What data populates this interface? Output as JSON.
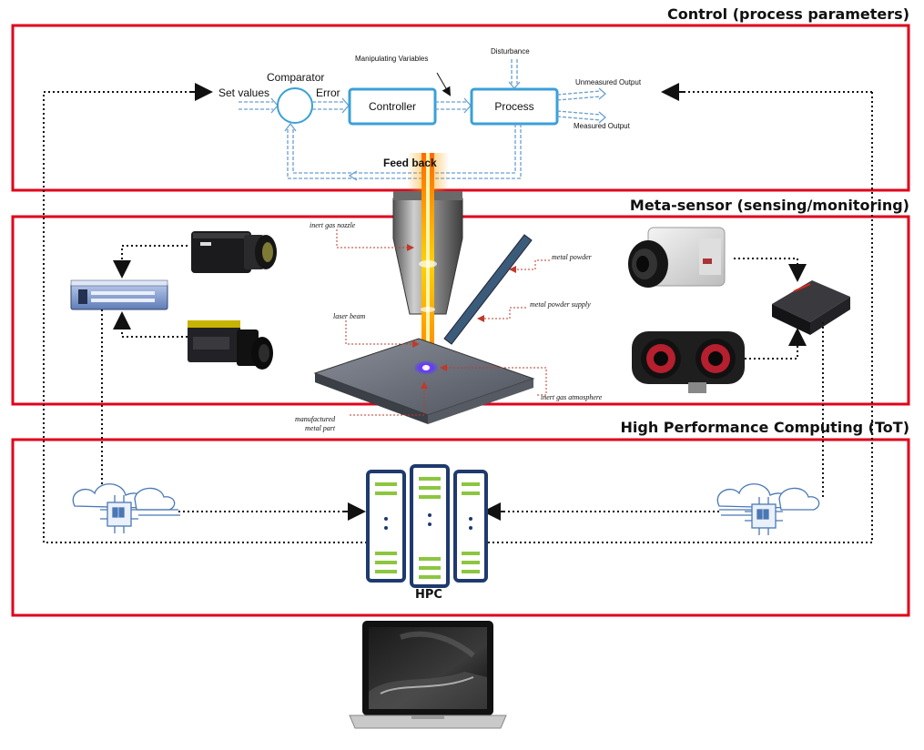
{
  "sections": {
    "control": {
      "title": "Control (process parameters)"
    },
    "meta_sensor": {
      "title": "Meta-sensor (sensing/monitoring)"
    },
    "hpc_section": {
      "title": "High Performance Computing (ToT)"
    }
  },
  "control_loop": {
    "comparator": "Comparator",
    "set_values": "Set values",
    "error": "Error",
    "controller": "Controller",
    "process": "Process",
    "manipulating_variables": "Manipulating Variables",
    "disturbance": "Disturbance",
    "unmeasured_output": "Unmeasured Output",
    "measured_output": "Measured Output",
    "feed_back": "Feed back"
  },
  "deposition_labels": {
    "inert_gas_nozzle": "inert gas nozzle",
    "metal_powder": "metal powder",
    "metal_powder_supply": "metal powder supply",
    "laser_beam": "laser beam",
    "inert_gas_atmosphere": "inert gas atmosphere",
    "manufactured_metal_part_line1": "manufactured",
    "manufactured_metal_part_line2": "metal part"
  },
  "hpc": {
    "label": "HPC"
  },
  "colors": {
    "section_border": "#e0001a",
    "control_box": "#3aa0d8",
    "dashed_arrow": "#6a9fd0",
    "server_frame": "#1e3a6e",
    "server_bar": "#8cc63f",
    "laser": "#ff9900"
  },
  "icons": {
    "thermal_camera": "thermal-camera-icon",
    "pyrometer_camera": "pyrometer-camera-icon",
    "daq_unit": "data-acquisition-unit-icon",
    "high_speed_camera": "high-speed-camera-icon",
    "stereo_camera": "stereo-camera-icon",
    "recorder": "recorder-box-icon",
    "iot_cloud": "iot-cloud-chip-icon",
    "laptop": "laptop-icon"
  }
}
